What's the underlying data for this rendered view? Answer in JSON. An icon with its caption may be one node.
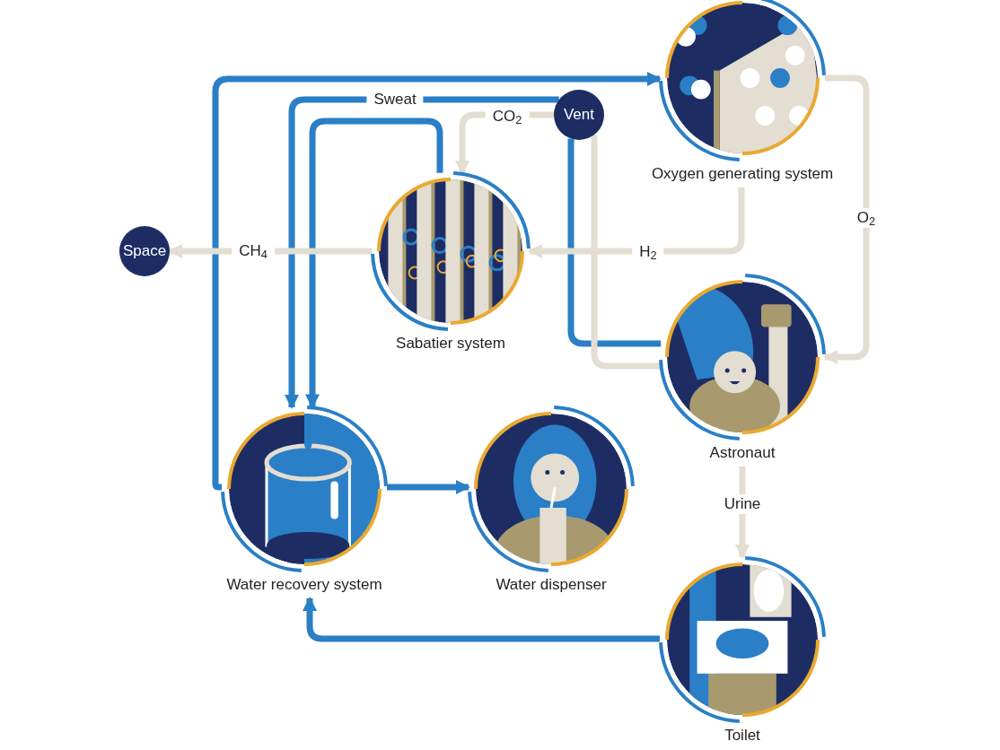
{
  "diagram": {
    "nodes": [
      {
        "text": [
          "Oxygen generating system"
        ]
      },
      {
        "text": [
          "Vent"
        ]
      },
      {
        "text": [
          "Space"
        ]
      },
      {
        "text": [
          "Sabatier system"
        ]
      },
      {
        "text": [
          "Astronaut"
        ]
      },
      {
        "text": [
          "Water recovery system"
        ]
      },
      {
        "text": [
          "Water dispenser"
        ]
      },
      {
        "text": [
          "Toilet"
        ]
      }
    ],
    "edges": [
      {
        "from": 5,
        "to": 0,
        "arrow": "to"
      },
      {
        "from": 4,
        "to": 1,
        "arrow": "none"
      },
      {
        "from": 4,
        "to": 1,
        "arrow": "none",
        "color": "#e3ddd2"
      },
      {
        "from": 1,
        "to": 5,
        "arrow": "to",
        "label": "Sweat"
      },
      {
        "from": 3,
        "to": 5,
        "arrow": "to"
      },
      {
        "from": 1,
        "to": 3,
        "arrow": "to",
        "label": "CO$_{2}$",
        "color": "#e3ddd2"
      },
      {
        "from": 0,
        "to": 3,
        "arrow": "to",
        "label": "H$_{2}$",
        "color": "#e3ddd2"
      },
      {
        "from": 3,
        "to": 2,
        "arrow": "to",
        "label": "CH$_{4}$",
        "color": "#e3ddd2"
      },
      {
        "from": 0,
        "to": 4,
        "arrow": "to",
        "label": "O$_{2}$",
        "color": "#e3ddd2"
      },
      {
        "from": 5,
        "to": 6,
        "arrow": "to"
      },
      {
        "from": 4,
        "to": 7,
        "arrow": "to",
        "label": "Urine",
        "color": "#e3ddd2"
      },
      {
        "from": 7,
        "to": 5,
        "arrow": "to"
      }
    ]
  }
}
